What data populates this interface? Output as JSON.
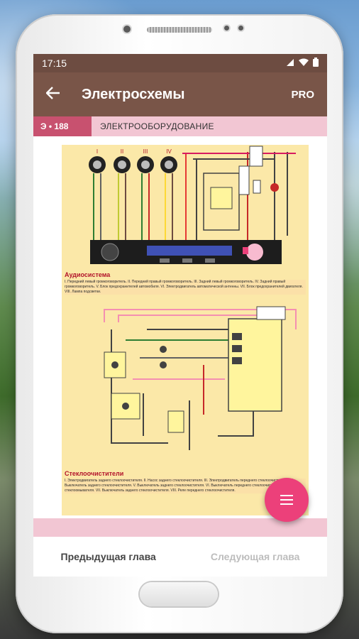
{
  "status": {
    "time": "17:15"
  },
  "appbar": {
    "title": "Электросхемы",
    "pro_label": "PRO"
  },
  "chapter": {
    "code": "Э • 188",
    "name": "ЭЛЕКТРООБОРУДОВАНИЕ"
  },
  "diagram1": {
    "caption_title": "Аудиосистема",
    "caption_text": "I. Передний левый громкоговоритель. II. Передний правый громкоговоритель. III. Задний левый громкоговоритель. IV. Задний правый громкоговоритель. V. Блок предохранителей автомобиля. VI. Электродвигатель автоматической антенны. VII. Блок предохранителей двигателя. VIII. Лампа подсветки.",
    "speaker_labels": [
      "I",
      "II",
      "III",
      "IV"
    ]
  },
  "diagram2": {
    "caption_title": "Стеклоочистители",
    "caption_text": "I. Электродвигатель заднего стеклоочистителя. II. Насос заднего стеклоочистителя. III. Электродвигатель переднего стеклоочистителя. IV. Выключатель заднего стеклоочистителя. V. Выключатель заднего стеклоочистителя. VI. Выключатель переднего стеклоочистителя и стеклоомывателя. VII. Выключатель заднего стеклоочистителя. VIII. Реле переднего стеклоочистителя."
  },
  "nav": {
    "prev": "Предыдущая глава",
    "next": "Следующая глава"
  },
  "colors": {
    "status": "#6d4c41",
    "appbar": "#795548",
    "accent": "#ec407a",
    "chapter_code": "#c8516f"
  }
}
